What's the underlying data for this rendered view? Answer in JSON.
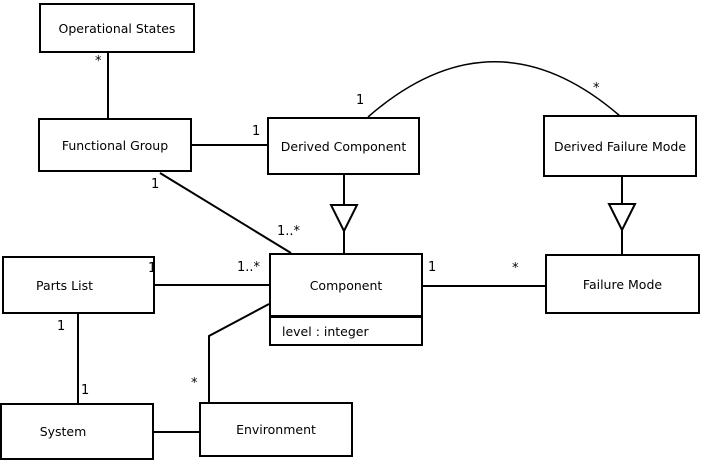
{
  "diagram_type": "uml-class-diagram",
  "colors": {
    "background": "#ffffff",
    "line": "#000000",
    "text": "#000000",
    "box_fill": "#ffffff"
  },
  "classes": [
    {
      "name": "Operational States"
    },
    {
      "name": "Functional Group"
    },
    {
      "name": "Derived Component"
    },
    {
      "name": "Derived Failure Mode"
    },
    {
      "name": "Parts List"
    },
    {
      "name": "Component",
      "attributes": [
        "level : integer"
      ]
    },
    {
      "name": "Failure Mode"
    },
    {
      "name": "System"
    },
    {
      "name": "Environment"
    }
  ],
  "associations": [
    {
      "id": "os-fg",
      "from": "Operational States",
      "to": "Functional Group",
      "type": "association",
      "end_label": "*"
    },
    {
      "id": "fg-dc",
      "from": "Functional Group",
      "to": "Derived Component",
      "type": "association",
      "end_label": "1"
    },
    {
      "id": "fg-comp",
      "from": "Functional Group",
      "to": "Component",
      "type": "association",
      "source_label": "1",
      "target_label": "1..*"
    },
    {
      "id": "dc-dfm-arc",
      "from": "Derived Component",
      "to": "Derived Failure Mode",
      "type": "association-arc",
      "source_label": "1",
      "target_label": "*"
    },
    {
      "id": "dc-comp",
      "from": "Derived Component",
      "to": "Component",
      "type": "generalization-triangle"
    },
    {
      "id": "dfm-fm",
      "from": "Derived Failure Mode",
      "to": "Failure Mode",
      "type": "generalization-triangle"
    },
    {
      "id": "pl-comp",
      "from": "Parts List",
      "to": "Component",
      "type": "association",
      "source_label": "1",
      "target_label": "1..*"
    },
    {
      "id": "comp-fm",
      "from": "Component",
      "to": "Failure Mode",
      "type": "association",
      "source_label": "1",
      "target_label": "*"
    },
    {
      "id": "pl-sys",
      "from": "Parts List",
      "to": "System",
      "type": "association",
      "source_label": "1",
      "target_label": "1"
    },
    {
      "id": "comp-env",
      "from": "Component",
      "to": "Environment",
      "type": "association",
      "target_label": "*"
    },
    {
      "id": "sys-env",
      "from": "System",
      "to": "Environment",
      "type": "association"
    }
  ]
}
